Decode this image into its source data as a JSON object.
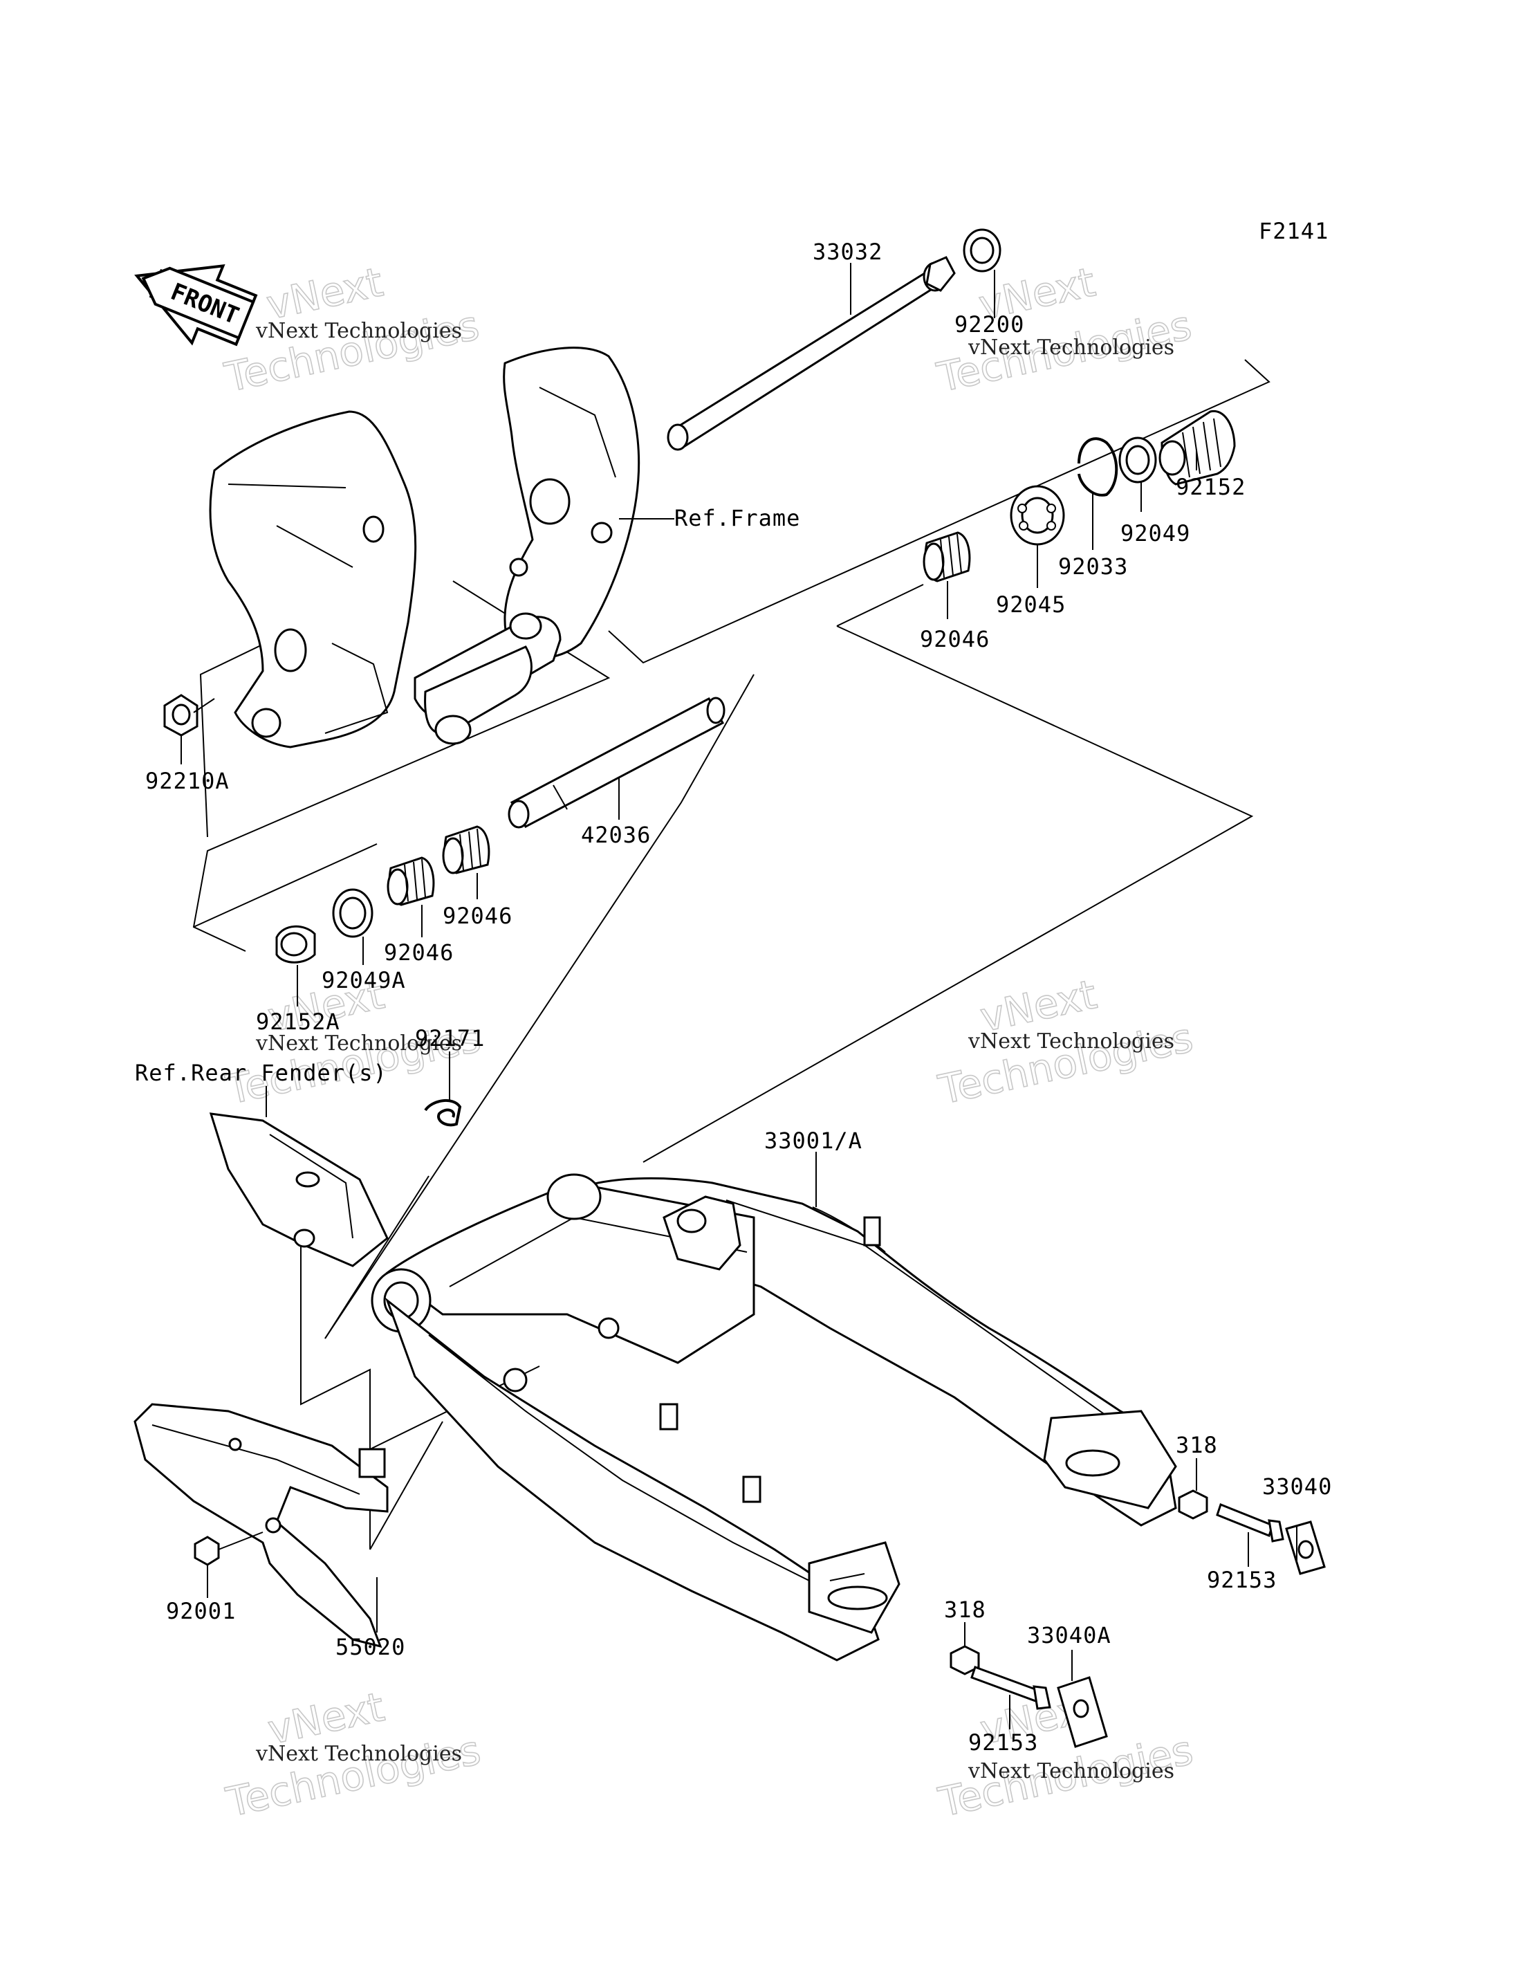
{
  "figure_code": "F2141",
  "front_arrow": {
    "text": "FRONT",
    "icon": "front-arrow-icon"
  },
  "reference_labels": {
    "frame": "Ref.Frame",
    "rear_fender": "Ref.Rear Fender(s)"
  },
  "part_labels": {
    "p33032": "33032",
    "p92200": "92200",
    "p92152": "92152",
    "p92049": "92049",
    "p92033": "92033",
    "p92045": "92045",
    "p92046_top": "92046",
    "p92210A": "92210A",
    "p42036": "42036",
    "p92046_a": "92046",
    "p92046_b": "92046",
    "p92049A": "92049A",
    "p92152A": "92152A",
    "p92171": "92171",
    "p33001A": "33001/A",
    "p318_a": "318",
    "p33040": "33040",
    "p92153_a": "92153",
    "p318_b": "318",
    "p33040A": "33040A",
    "p92153_b": "92153",
    "p92001": "92001",
    "p55020": "55020"
  },
  "watermark": {
    "line1": "vNext",
    "line2": "Technologies",
    "caption": "vNext Technologies"
  }
}
